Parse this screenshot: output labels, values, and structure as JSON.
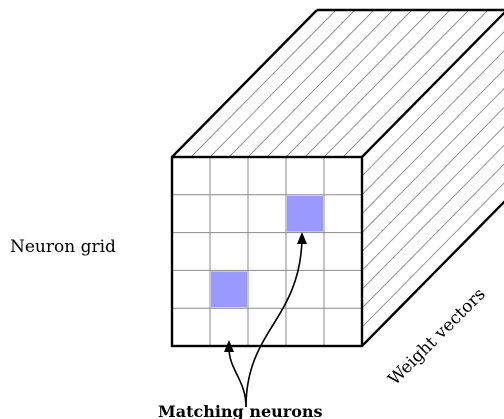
{
  "labels": {
    "neuron_grid": "Neuron grid",
    "weight_vectors": "Weight vectors",
    "matching_neurons": "Matching neurons"
  },
  "grid": {
    "rows": 5,
    "cols": 5,
    "highlighted_cells": [
      {
        "row": 1,
        "col": 3
      },
      {
        "row": 3,
        "col": 1
      }
    ]
  },
  "colors": {
    "highlight": "#9999ff",
    "grid_line": "#8c8c8c",
    "edge": "#000000",
    "stripe": "#8c8c8c"
  }
}
